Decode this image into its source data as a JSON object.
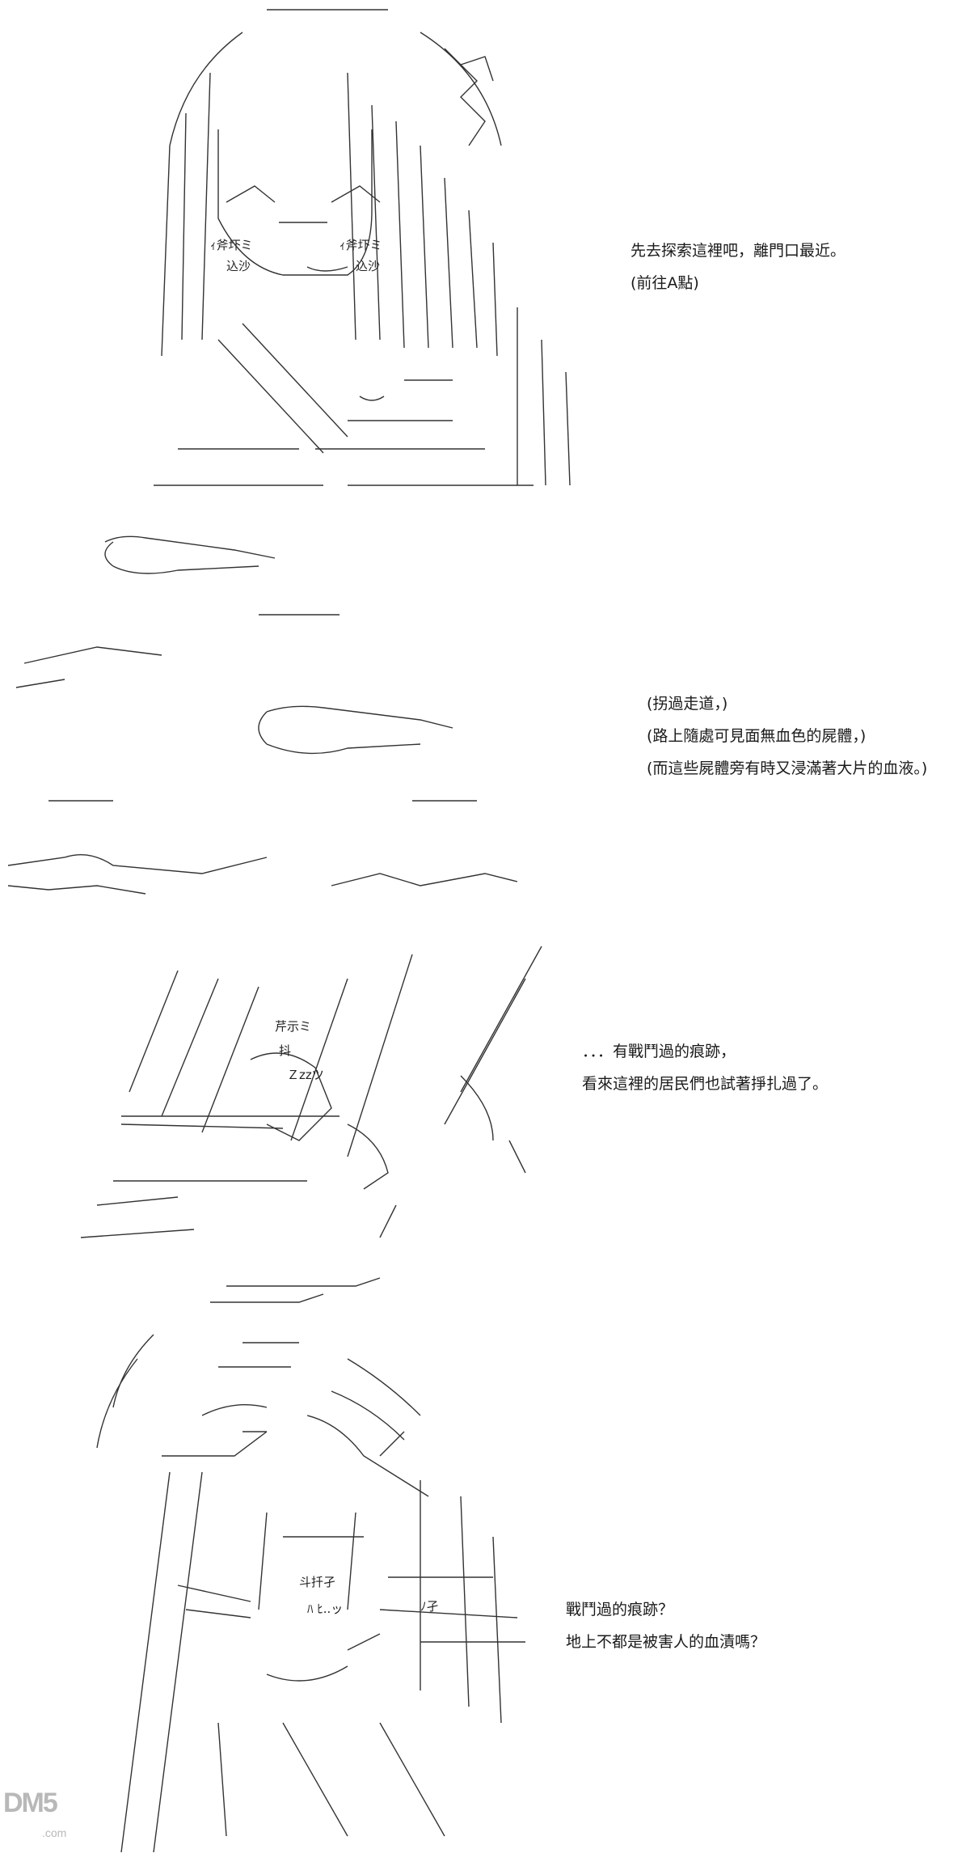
{
  "panels": [
    {
      "id": "panel-1",
      "captions": [
        "先去探索這裡吧，離門口最近。",
        "(前往A點)"
      ]
    },
    {
      "id": "panel-2",
      "captions": [
        "(拐過走道，)",
        "(路上隨處可見面無血色的屍體，)",
        "(而這些屍體旁有時又浸滿著大片的血液。)"
      ]
    },
    {
      "id": "panel-3",
      "captions": [
        "．．．有戰鬥過的痕跡，",
        "看來這裡的居民們也試著掙扎過了。"
      ]
    },
    {
      "id": "panel-4",
      "captions": [
        "戰鬥過的痕跡？",
        "地上不都是被害人的血漬嗎？"
      ]
    }
  ],
  "art_text": {
    "p1_eyes_left": "ｨ斧圷ミ",
    "p1_eyes_right": "ｨ斧圷ミ",
    "p1_cheek_left": "込沙",
    "p1_cheek_right": "込沙",
    "p3_eye": "芹示ミ",
    "p3_eye2": "抖",
    "p3_zz": "Ｚzzツ",
    "p4_face_left": "斗扦孑",
    "p4_face_right": "ﾉ孑",
    "p4_face_low": "ﾊ ﾋ..ッ"
  },
  "watermark": {
    "logo": "DM5",
    "suffix": ".com"
  },
  "colors": {
    "background": "#ffffff",
    "text": "#1a1a1a",
    "line_art": "#333333",
    "watermark": "#b8b8b8"
  }
}
